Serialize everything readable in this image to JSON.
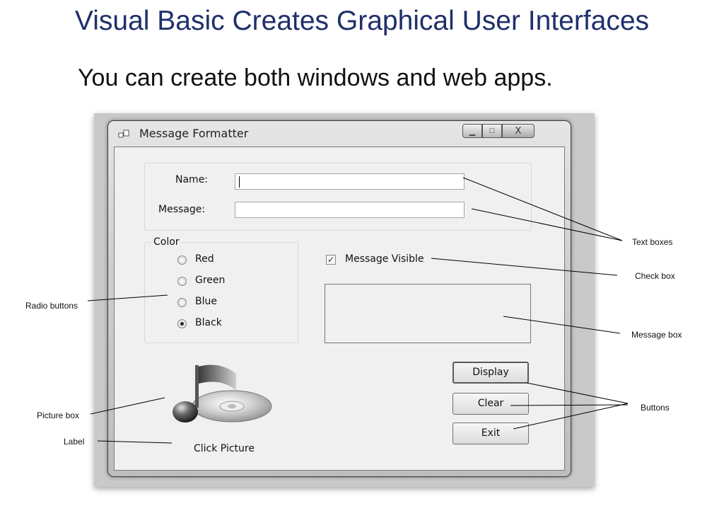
{
  "slide": {
    "title": "Visual Basic Creates Graphical User Interfaces",
    "subtitle": "You can create both windows and web apps."
  },
  "window": {
    "title": "Message Formatter",
    "controls": {
      "minimize": "▁",
      "maximize": "□",
      "close": "X"
    }
  },
  "form": {
    "name_label": "Name:",
    "name_value": "",
    "message_label": "Message:",
    "message_value": "",
    "color_group": "Color",
    "colors": [
      {
        "label": "Red",
        "checked": false
      },
      {
        "label": "Green",
        "checked": false
      },
      {
        "label": "Blue",
        "checked": false
      },
      {
        "label": "Black",
        "checked": true
      }
    ],
    "message_visible_label": "Message Visible",
    "message_visible_checked": true,
    "picture_label": "Click Picture",
    "buttons": {
      "display": "Display",
      "clear": "Clear",
      "exit": "Exit"
    }
  },
  "callouts": {
    "text_boxes": "Text  boxes",
    "check_box": "Check  box",
    "message_box": "Message  box",
    "buttons": "Buttons",
    "radio_buttons": "Radio buttons",
    "picture_box": "Picture box",
    "label": "Label"
  },
  "icons": [
    "window-app-icon",
    "music-note-cd-icon",
    "check-mark-icon"
  ]
}
